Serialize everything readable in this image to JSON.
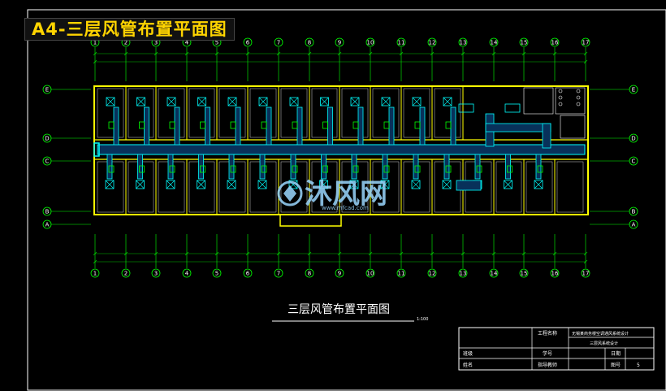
{
  "banner_title": "A4-三层风管布置平面图",
  "grid_columns": [
    "1",
    "2",
    "3",
    "4",
    "5",
    "6",
    "7",
    "8",
    "9",
    "10",
    "11",
    "12",
    "13",
    "14",
    "15",
    "16",
    "17"
  ],
  "grid_rows_left": [
    "E",
    "D",
    "C",
    "B",
    "A"
  ],
  "grid_rows_right": [
    "E",
    "D",
    "C",
    "B",
    "A"
  ],
  "drawing_title": "三层风管布置平面图",
  "scale": "1:100",
  "title_block": {
    "project_label": "工程名称",
    "project_value": "无锡某商务楼空调通风系统设计",
    "drawing_value": "三层风系统设计",
    "class_label": "班级",
    "student_no_label": "学号",
    "date_label": "日期",
    "name_label": "姓名",
    "advisor_label": "指导教师",
    "sheet_label": "图号",
    "sheet_value": "5"
  },
  "watermark": {
    "brand": "沐风网",
    "url": "www.mfcad.com"
  },
  "colors": {
    "wall": "#ffff00",
    "duct": "#00ffff",
    "grid": "#00ff00",
    "dim": "#00c000",
    "text": "#ffffff",
    "watermark": "#9ad7ff"
  }
}
